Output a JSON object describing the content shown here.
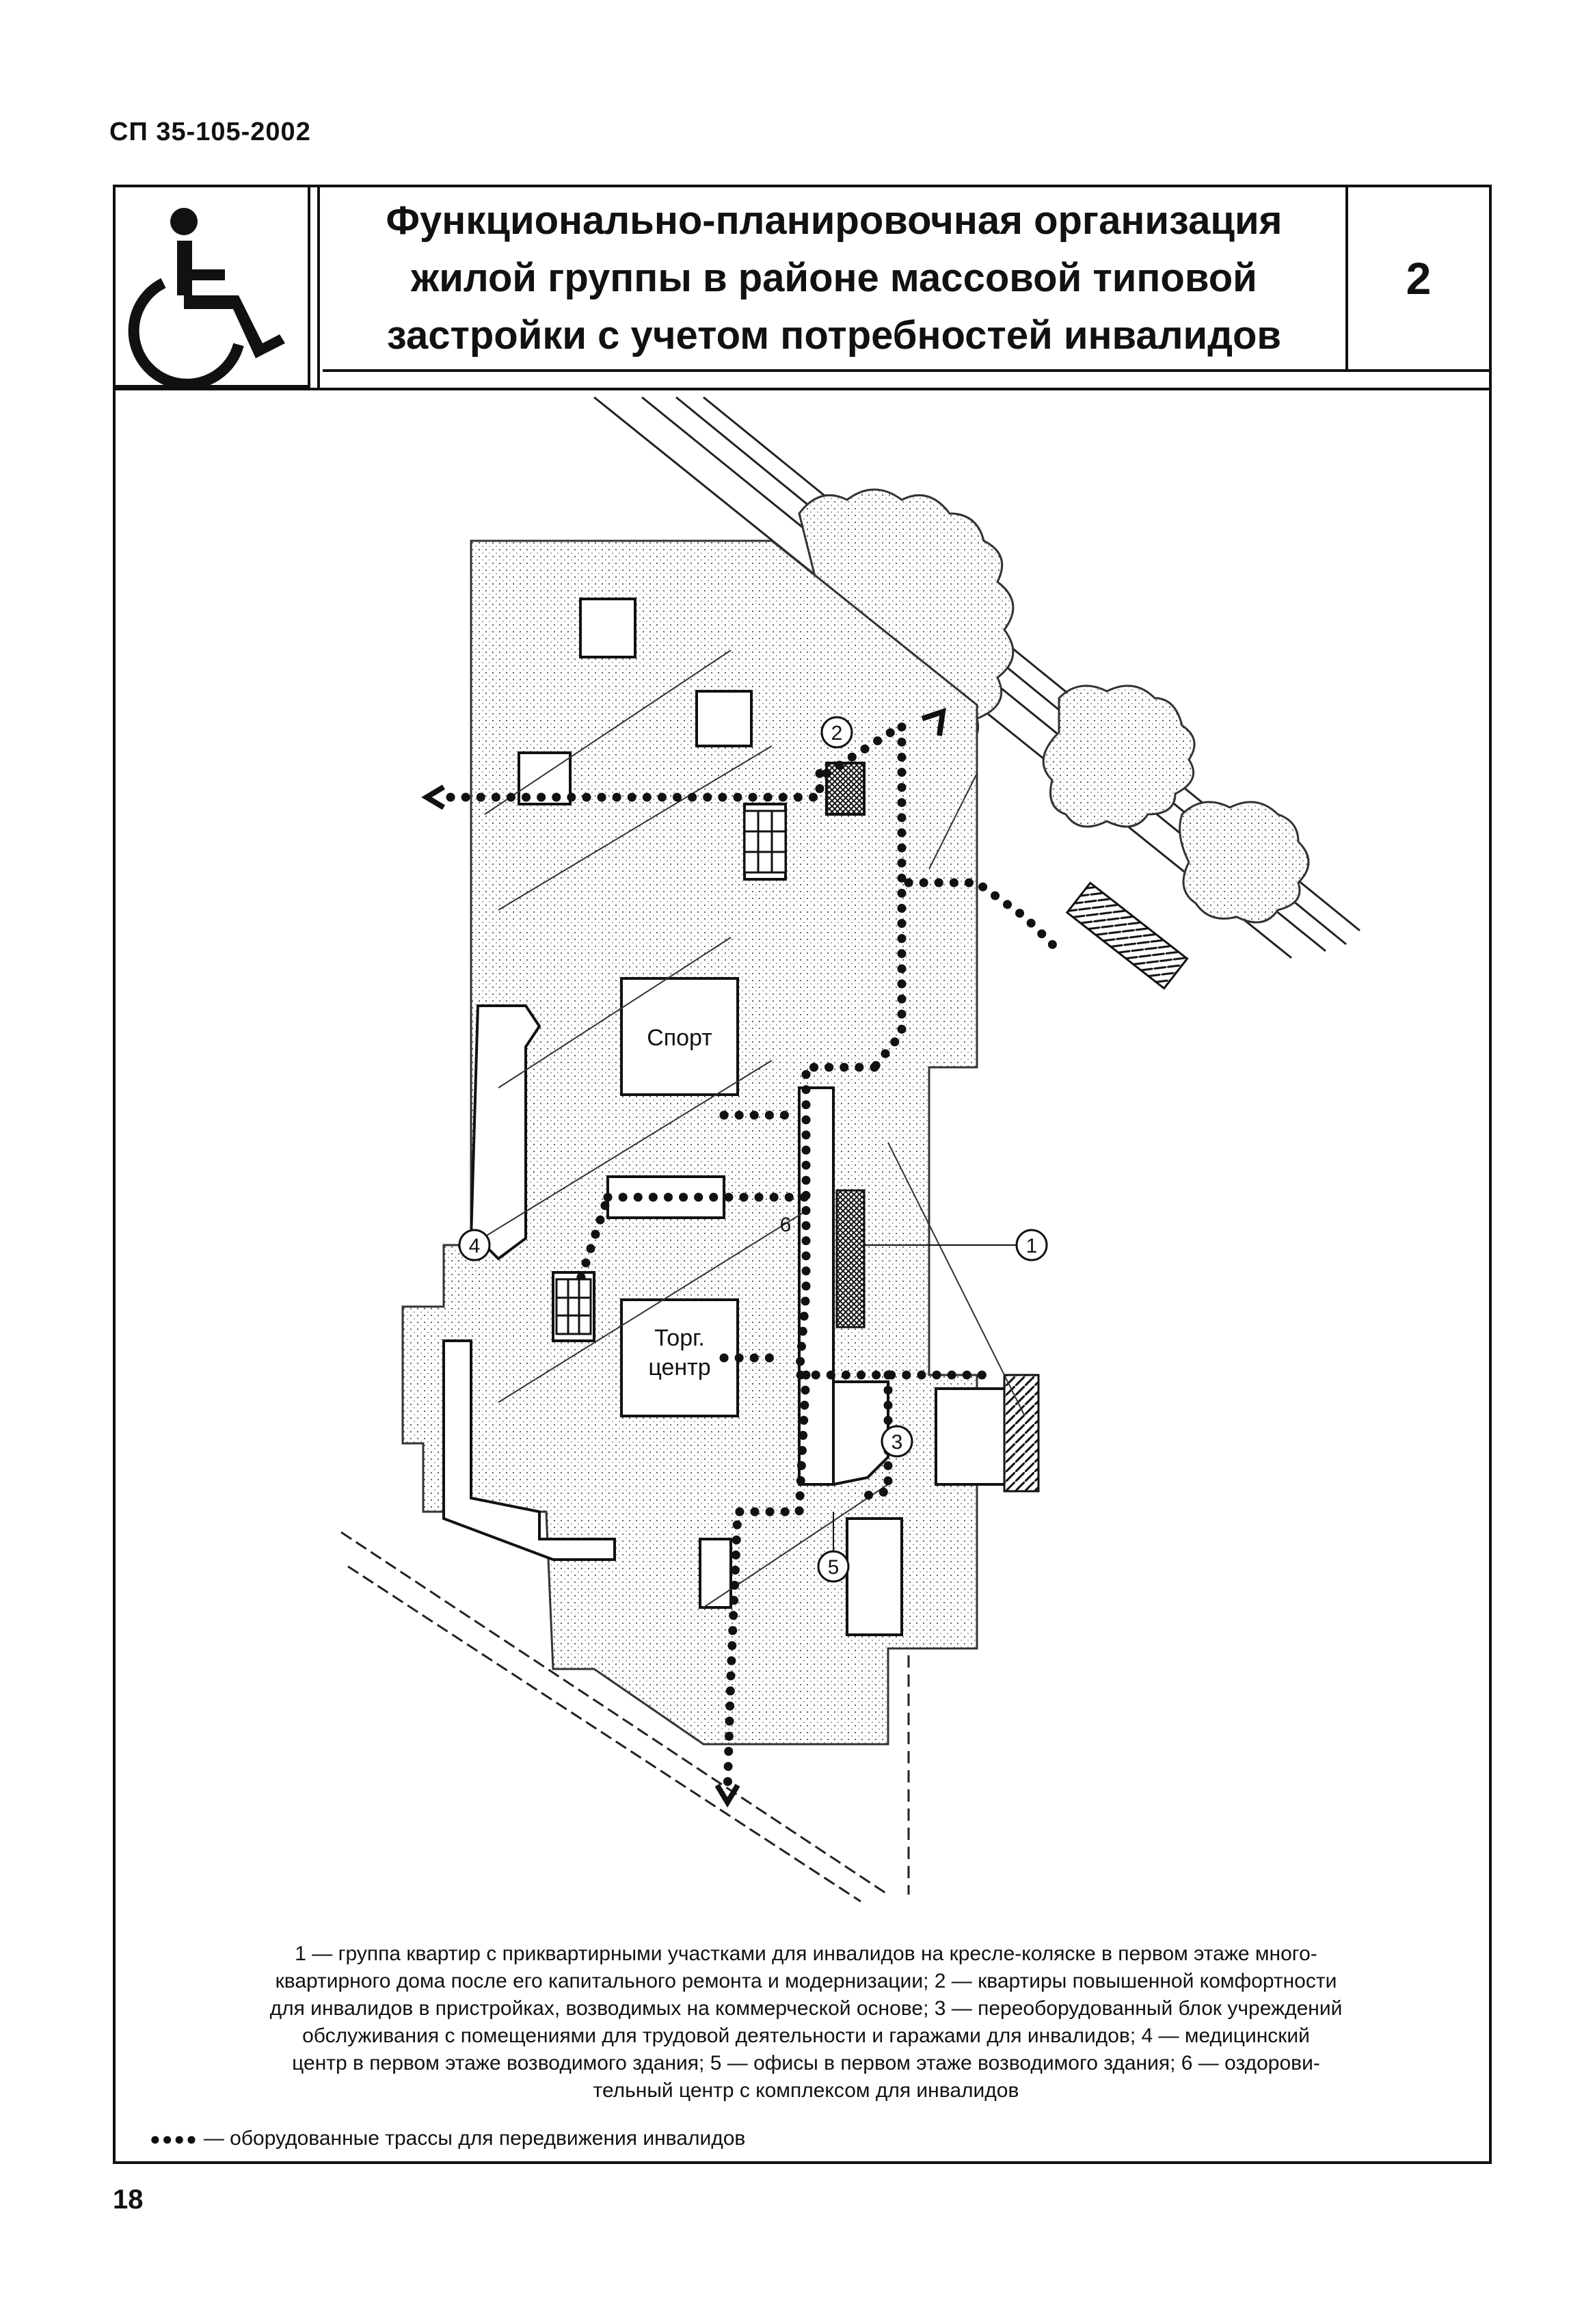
{
  "document": {
    "code": "СП 35-105-2002",
    "page_number": "18"
  },
  "header": {
    "title": "Функционально-планировочная организация\nжилой группы в районе массовой типовой\nзастройки с учетом потребностей инвалидов",
    "sheet_number": "2",
    "icon": "wheelchair-icon"
  },
  "plan": {
    "labels": {
      "sport": "Спорт",
      "trade_line1": "Торг.",
      "trade_line2": "центр"
    },
    "markers": [
      "1",
      "2",
      "3",
      "4",
      "5",
      "6"
    ]
  },
  "legend": {
    "text_lines": [
      "1 — группа квартир с приквартирными участками для инвалидов на кресле-коляске в первом этаже много-",
      "квартирного дома после его капитального ремонта и модернизации; 2 — квартиры повышенной комфортности",
      "для инвалидов в пристройках, возводимых на коммерческой основе; 3 — переоборудованный блок учреждений",
      "обслуживания с помещениями для трудовой деятельности и гаражами для инвалидов; 4 — медицинский",
      "центр в первом этаже возводимого здания; 5 — офисы в первом этаже возводимого здания; 6 — оздорови-",
      "тельный центр с комплексом для инвалидов"
    ],
    "dots_symbol": "●●●●",
    "dots_text": "— оборудованные трассы для передвижения инвалидов"
  }
}
